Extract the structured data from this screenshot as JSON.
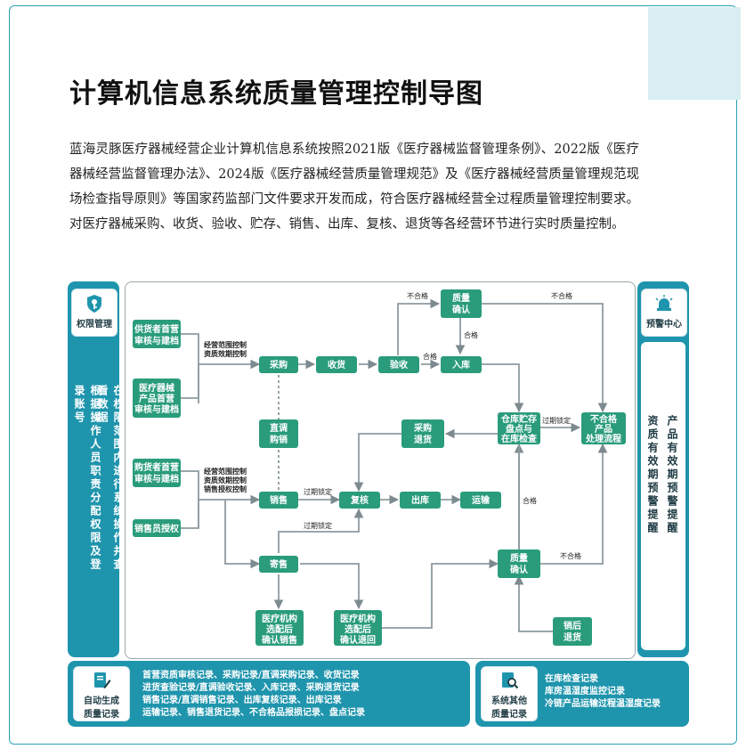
{
  "title": "计算机信息系统质量管理控制导图",
  "intro": "蓝海灵豚医疗器械经营企业计算机信息系统按照2021版《医疗器械监督管理条例》、2022版《医疗器械经营监督管理办法》、2024版《医疗器械经营质量管理规范》及《医疗器械经营质量管理规范现场检查指导原则》等国家药监部门文件要求开发而成，符合医疗器械经营全过程质量管理控制要求。对医疗器械采购、收货、验收、贮存、销售、出库、复核、退货等各经营环节进行实时质量控制。",
  "left_panel": {
    "badge": "权限管理",
    "icon": "shield-key-icon",
    "col1": "根据操作人员职责分配权限及登录账号",
    "col2": "在权限范围内进行系统操作并查看数据"
  },
  "right_panel": {
    "badge": "预警中心",
    "icon": "alarm-light-icon",
    "col1": "资质有效期预警提醒",
    "col2": "产品有效期预警提醒"
  },
  "bottom_left": {
    "badge_line1": "自动生成",
    "badge_line2": "质量记录",
    "icon": "document-pen-icon",
    "lines": [
      "首营资质审核记录、采购记录/直调采购记录、收货记录",
      "进货查验记录/直调验收记录、入库记录、采购退货记录",
      "销售记录/直调销售记录、出库复核记录、出库记录",
      "运输记录、销售退货记录、不合格品报损记录、盘点记录"
    ]
  },
  "bottom_right": {
    "badge_line1": "系统其他",
    "badge_line2": "质量记录",
    "icon": "document-search-icon",
    "lines": [
      "在库检查记录",
      "库房温湿度监控记录",
      "冷链产品运输过程温湿度记录"
    ]
  },
  "diagram": {
    "nodes": {
      "supplier_first": [
        "供货者首营",
        "审核与建档"
      ],
      "device_first": [
        "医疗器械",
        "产品首营",
        "审核与建档"
      ],
      "buyer_first": [
        "购货者首营",
        "审核与建档"
      ],
      "sales_auth": "销售员授权",
      "purchase": "采购",
      "receive": "收货",
      "inspect": "验收",
      "storein": "入库",
      "quality_confirm_top": [
        "质量",
        "确认"
      ],
      "direct": [
        "直调",
        "购销"
      ],
      "purchase_return": [
        "采购",
        "退货"
      ],
      "warehouse": [
        "仓库贮存",
        "盘点与",
        "在库检查"
      ],
      "nonconform": [
        "不合格",
        "产品",
        "处理流程"
      ],
      "sales": "销售",
      "review": "复核",
      "outbound": "出库",
      "transport": "运输",
      "consign": "寄售",
      "quality_confirm_bottom": [
        "质量",
        "确认"
      ],
      "hospital_sales": [
        "医疗机构",
        "选配后",
        "确认销售"
      ],
      "hospital_return": [
        "医疗机构",
        "选配后",
        "确认退回"
      ],
      "sales_return": [
        "销后",
        "退货"
      ]
    },
    "labels": {
      "purchase_control": [
        "经营范围控制",
        "资质效期控制"
      ],
      "sales_control": [
        "经营范围控制",
        "资质效期控制",
        "销售授权控制"
      ],
      "fail1": "不合格",
      "fail2": "不合格",
      "fail3": "不合格",
      "pass1": "合格",
      "pass2": "合格",
      "pass3": "合格",
      "expired1": "过期锁定",
      "expired2": "过期锁定",
      "expired3": "过期锁定"
    }
  }
}
